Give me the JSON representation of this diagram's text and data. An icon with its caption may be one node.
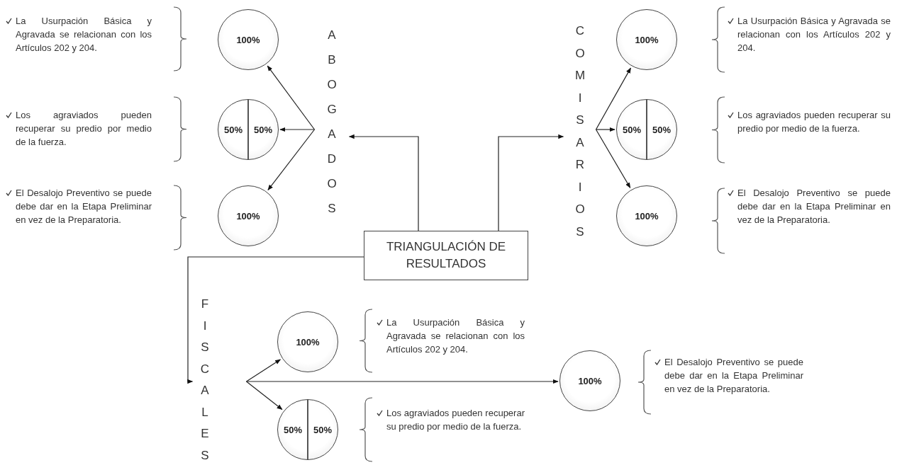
{
  "diagram": {
    "nodes": [
      {
        "text": [
          "TRIANGULACIÓN DE RESULTADOS"
        ]
      },
      {
        "text": [
          "ABOGADOS"
        ]
      },
      {
        "text": [
          "100%"
        ]
      },
      {
        "text": [
          "50%",
          "50%"
        ]
      },
      {
        "text": [
          "100%"
        ]
      },
      {
        "text": [
          "COMISARIOS"
        ]
      },
      {
        "text": [
          "100%"
        ]
      },
      {
        "text": [
          "50%",
          "50%"
        ]
      },
      {
        "text": [
          "100%"
        ]
      },
      {
        "text": [
          "FISCALES"
        ]
      },
      {
        "text": [
          "100%"
        ]
      },
      {
        "text": [
          "50%",
          "50%"
        ]
      },
      {
        "text": [
          "100%"
        ]
      }
    ],
    "edges": [
      {
        "from": 0,
        "to": 1,
        "arrow": "to"
      },
      {
        "from": 0,
        "to": 5,
        "arrow": "to"
      },
      {
        "from": 0,
        "to": 9,
        "arrow": "to"
      },
      {
        "from": 1,
        "to": 2,
        "arrow": "to"
      },
      {
        "from": 1,
        "to": 3,
        "arrow": "to"
      },
      {
        "from": 1,
        "to": 4,
        "arrow": "to"
      },
      {
        "from": 5,
        "to": 6,
        "arrow": "to"
      },
      {
        "from": 5,
        "to": 7,
        "arrow": "to"
      },
      {
        "from": 5,
        "to": 8,
        "arrow": "to"
      },
      {
        "from": 9,
        "to": 10,
        "arrow": "to"
      },
      {
        "from": 9,
        "to": 11,
        "arrow": "to"
      },
      {
        "from": 9,
        "to": 12,
        "arrow": "to"
      }
    ],
    "labels": [
      "La Usurpación Básica y Agravada se relacionan con los Artículos 202 y 204.",
      "La Usurpación Básica y Agravada se relacionan con los Artículos 202 y 204.",
      "Los agraviados pueden recuperar su predio por medio de la fuerza.",
      "Los agraviados pueden recuperar su predio por medio de la fuerza.",
      "El Desalojo Preventivo se puede debe dar en la Etapa Preliminar en vez de la Preparatoria.",
      "El Desalojo Preventivo se puede debe dar en la Etapa Preliminar en vez de la Preparatoria.",
      "La Usurpación Básica y Agravada se relacionan con los Artículos 202 y 204.",
      "El Desalojo Preventivo se puede debe dar en la Etapa Preliminar en vez de la Preparatoria.",
      "Los agraviados pueden recuperar su predio por medio de la fuerza."
    ]
  }
}
